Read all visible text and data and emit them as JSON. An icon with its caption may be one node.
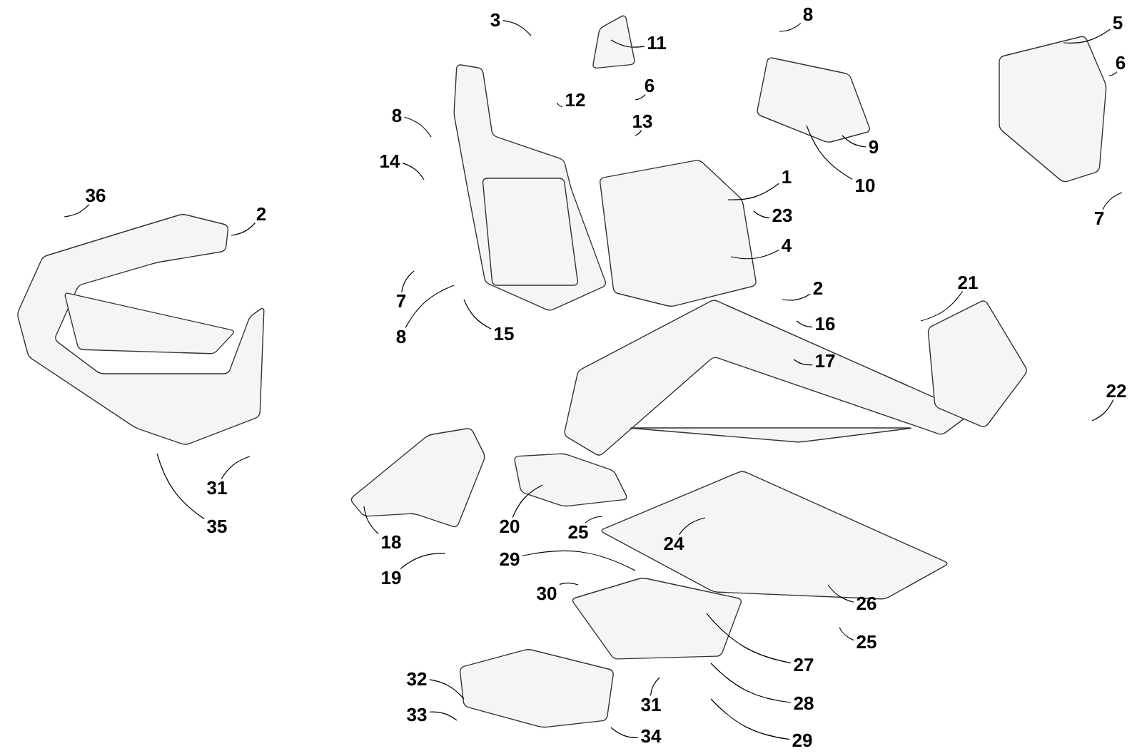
{
  "diagram": {
    "nodes": [
      {
        "text": [
          "3"
        ]
      },
      {
        "text": [
          "11"
        ]
      },
      {
        "text": [
          "6"
        ]
      },
      {
        "text": [
          "12"
        ]
      },
      {
        "text": [
          "13"
        ]
      },
      {
        "text": [
          "8"
        ]
      },
      {
        "text": [
          "14"
        ]
      },
      {
        "text": [
          "8"
        ]
      },
      {
        "text": [
          "9"
        ]
      },
      {
        "text": [
          "10"
        ]
      },
      {
        "text": [
          "5"
        ]
      },
      {
        "text": [
          "6"
        ]
      },
      {
        "text": [
          "7"
        ]
      },
      {
        "text": [
          "1"
        ]
      },
      {
        "text": [
          "23"
        ]
      },
      {
        "text": [
          "4"
        ]
      },
      {
        "text": [
          "36"
        ]
      },
      {
        "text": [
          "2"
        ]
      },
      {
        "text": [
          "7"
        ]
      },
      {
        "text": [
          "8"
        ]
      },
      {
        "text": [
          "15"
        ]
      },
      {
        "text": [
          "2"
        ]
      },
      {
        "text": [
          "16"
        ]
      },
      {
        "text": [
          "17"
        ]
      },
      {
        "text": [
          "21"
        ]
      },
      {
        "text": [
          "22"
        ]
      },
      {
        "text": [
          "31"
        ]
      },
      {
        "text": [
          "35"
        ]
      },
      {
        "text": [
          "18"
        ]
      },
      {
        "text": [
          "19"
        ]
      },
      {
        "text": [
          "20"
        ]
      },
      {
        "text": [
          "25"
        ]
      },
      {
        "text": [
          "24"
        ]
      },
      {
        "text": [
          "29"
        ]
      },
      {
        "text": [
          "30"
        ]
      },
      {
        "text": [
          "26"
        ]
      },
      {
        "text": [
          "25"
        ]
      },
      {
        "text": [
          "27"
        ]
      },
      {
        "text": [
          "31"
        ]
      },
      {
        "text": [
          "28"
        ]
      },
      {
        "text": [
          "32"
        ]
      },
      {
        "text": [
          "33"
        ]
      },
      {
        "text": [
          "34"
        ]
      },
      {
        "text": [
          "29"
        ]
      }
    ],
    "edges": [
      {
        "from": 0,
        "to": null,
        "arrow": "none"
      },
      {
        "from": 1,
        "to": null,
        "arrow": "none"
      },
      {
        "from": 2,
        "to": null,
        "arrow": "none"
      },
      {
        "from": 3,
        "to": null,
        "arrow": "none"
      },
      {
        "from": 4,
        "to": null,
        "arrow": "none"
      },
      {
        "from": 5,
        "to": null,
        "arrow": "none"
      },
      {
        "from": 6,
        "to": null,
        "arrow": "none"
      },
      {
        "from": 7,
        "to": null,
        "arrow": "none"
      },
      {
        "from": 8,
        "to": null,
        "arrow": "none"
      },
      {
        "from": 9,
        "to": null,
        "arrow": "none"
      },
      {
        "from": 10,
        "to": null,
        "arrow": "none"
      },
      {
        "from": 11,
        "to": null,
        "arrow": "none"
      },
      {
        "from": 12,
        "to": null,
        "arrow": "none"
      },
      {
        "from": 13,
        "to": null,
        "arrow": "none"
      },
      {
        "from": 14,
        "to": null,
        "arrow": "none"
      },
      {
        "from": 15,
        "to": null,
        "arrow": "none"
      },
      {
        "from": 16,
        "to": null,
        "arrow": "none"
      },
      {
        "from": 17,
        "to": null,
        "arrow": "none"
      },
      {
        "from": 18,
        "to": null,
        "arrow": "none"
      },
      {
        "from": 19,
        "to": null,
        "arrow": "none"
      },
      {
        "from": 20,
        "to": null,
        "arrow": "none"
      },
      {
        "from": 21,
        "to": null,
        "arrow": "none"
      },
      {
        "from": 22,
        "to": null,
        "arrow": "none"
      },
      {
        "from": 23,
        "to": null,
        "arrow": "none"
      },
      {
        "from": 24,
        "to": null,
        "arrow": "none"
      },
      {
        "from": 25,
        "to": null,
        "arrow": "none"
      },
      {
        "from": 26,
        "to": null,
        "arrow": "none"
      },
      {
        "from": 27,
        "to": null,
        "arrow": "none"
      },
      {
        "from": 28,
        "to": null,
        "arrow": "none"
      },
      {
        "from": 29,
        "to": null,
        "arrow": "none"
      },
      {
        "from": 30,
        "to": null,
        "arrow": "none"
      },
      {
        "from": 31,
        "to": null,
        "arrow": "none"
      },
      {
        "from": 32,
        "to": null,
        "arrow": "none"
      },
      {
        "from": 33,
        "to": null,
        "arrow": "none"
      },
      {
        "from": 34,
        "to": null,
        "arrow": "none"
      },
      {
        "from": 35,
        "to": null,
        "arrow": "none"
      },
      {
        "from": 36,
        "to": null,
        "arrow": "none"
      },
      {
        "from": 37,
        "to": null,
        "arrow": "none"
      },
      {
        "from": 38,
        "to": null,
        "arrow": "none"
      },
      {
        "from": 39,
        "to": null,
        "arrow": "none"
      },
      {
        "from": 40,
        "to": null,
        "arrow": "none"
      },
      {
        "from": 41,
        "to": null,
        "arrow": "none"
      },
      {
        "from": 42,
        "to": null,
        "arrow": "none"
      },
      {
        "from": 43,
        "to": null,
        "arrow": "none"
      }
    ]
  }
}
